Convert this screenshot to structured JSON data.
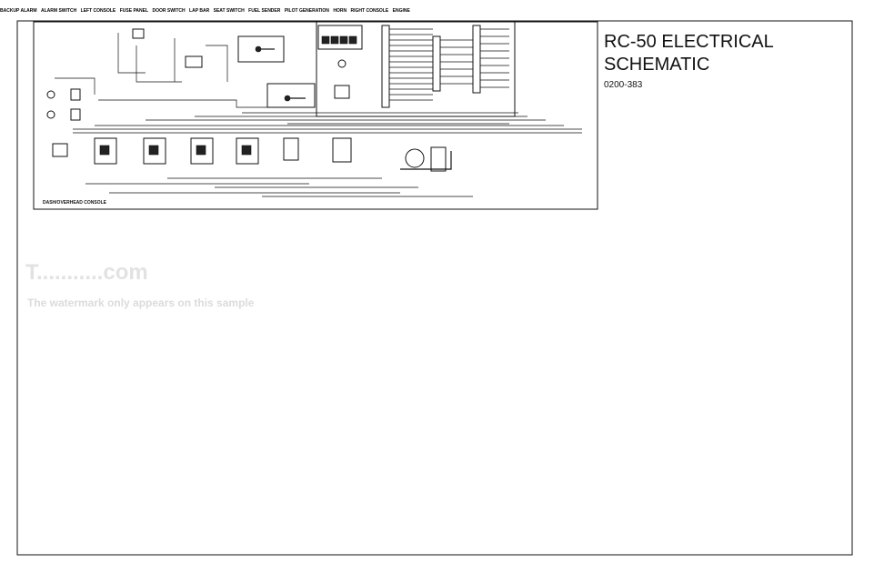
{
  "title": "RC-50 ELECTRICAL\nSCHEMATIC",
  "doc_number": "0200-383",
  "watermark": {
    "main": "T...........com",
    "note": "The watermark only appears on this sample"
  },
  "sections": {
    "dash": "DASH/OVERHEAD CONSOLE",
    "backup_alarm": "BACKUP ALARM",
    "alarm_switch": "ALARM SWITCH",
    "left_console": "LEFT CONSOLE",
    "fuse_panel": "FUSE PANEL",
    "door_switch": "DOOR SWITCH",
    "lap_bar": "LAP BAR",
    "seat_switch": "SEAT SWITCH",
    "fuel_sender": "FUEL SENDER",
    "pilot_generation": "PILOT GENERATION",
    "horn": "HORN",
    "right_console": "RIGHT CONSOLE",
    "engine": "ENGINE"
  },
  "colors": {
    "ink": "#111111",
    "paper": "#ffffff",
    "watermark": "#bebebe"
  }
}
